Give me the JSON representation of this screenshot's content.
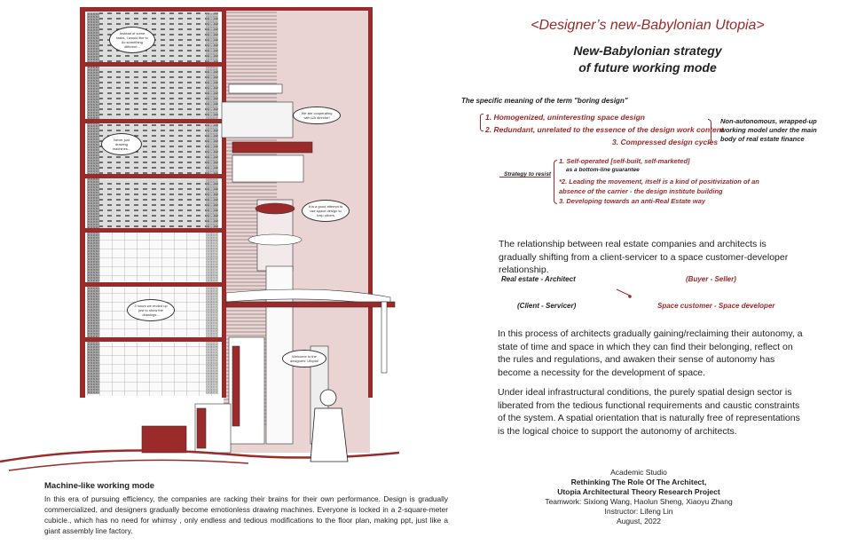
{
  "illustration": {
    "bubbles": [
      "Instead of some tasks, I would like to do something different...",
      "Never just drawing machines...",
      "We are cooperating with UA director!",
      "It is a good attempt to use space design to help others",
      "3 hours we ended up just to show the drawings...",
      "Welcome to the designers' Utopia!"
    ]
  },
  "header": {
    "title": "<Designer’s new-Babylonian Utopia>",
    "subtitle_line1": "New-Babylonian strategy",
    "subtitle_line2": "of future working mode"
  },
  "boring_design": {
    "heading": "The specific meaning of the term \"boring design\"",
    "items": [
      "1. Homogenized, uninteresting space design",
      "2. Redundant, unrelated to the essence of the design work content",
      "3. Compressed design cycles"
    ],
    "conclusion_line1": "Non-autonomous, wrapped-up",
    "conclusion_line2": "working model under the main",
    "conclusion_line3": "body of real estate finance"
  },
  "strategy": {
    "label": "Strategy to resist",
    "item1": "1. Self-operated [self-built, self-marketed]",
    "item1_note": "as a bottom-line guarantee",
    "item2_line1": "*2. Leading the movement, itself is a kind of positivization of an",
    "item2_line2": "absence of the carrier - the design institute building",
    "item3": "3. Developing towards an anti-Real Estate way"
  },
  "relationship": {
    "paragraph": "The relationship between real estate companies and architects is gradually shifting from a client-servicer to a space customer-developer relationship.",
    "left_top": "Real estate  -  Architect",
    "left_bottom": "(Client  -  Servicer)",
    "right_top": "(Buyer  -  Seller)",
    "right_bottom": "Space customer  -  Space developer"
  },
  "paragraphs": [
    "In this process of architects gradually gaining/reclaiming their autonomy, a state of time and space in which they can find their belonging, reflect on the rules and regulations, and awaken their sense of autonomy has become a necessity for the development of space.",
    "Under ideal infrastructural conditions, the purely spatial design sector is liberated from the tedious functional requirements and caustic constraints of the system. A spatial orientation that is naturally free of representations is the logical choice to support the autonomy of architects."
  ],
  "machine": {
    "heading": "Machine-like working mode",
    "body": "In this era of pursuing efficiency, the companies are racking their brains for their own performance. Design is gradually commercialized, and designers gradually become emotionless drawing machines. Everyone is locked in a 2-square-meter cubicle.,  which has no need for whimsy , only endless and tedious modifications to the floor plan, making ppt, just like a giant assembly line factory."
  },
  "credits": {
    "studio": "Academic Studio",
    "project_line1": "Rethinking The Role Of The Architect,",
    "project_line2": "Utopia Architectural Theory Research Project",
    "team": "Teamwork: Sixiong Wang, Haolun Sheng, Xiaoyu Zhang",
    "instructor": "Instructor: Lifeng Lin",
    "date": "August, 2022"
  },
  "colors": {
    "accent": "#9b2a2a",
    "pink": "#e9d3d3"
  }
}
